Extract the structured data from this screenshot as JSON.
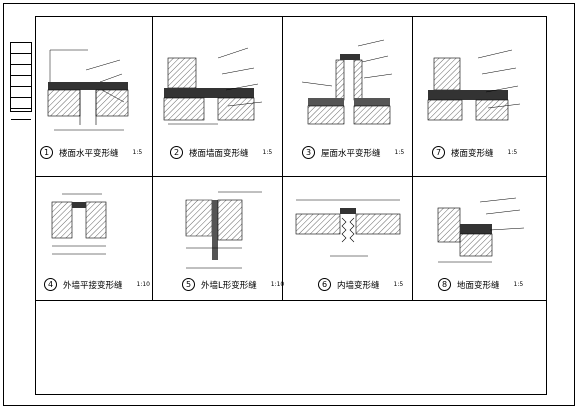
{
  "drawings": [
    {
      "id": "1",
      "title": "楼面水平变形缝",
      "scale": "1:5"
    },
    {
      "id": "2",
      "title": "楼面墙面变形缝",
      "scale": "1:5"
    },
    {
      "id": "3",
      "title": "屋面水平变形缝",
      "scale": "1:5"
    },
    {
      "id": "7",
      "title": "楼面变形缝",
      "scale": "1:5"
    },
    {
      "id": "4",
      "title": "外墙平接变形缝",
      "scale": "1:10"
    },
    {
      "id": "5",
      "title": "外墙L形变形缝",
      "scale": "1:10"
    },
    {
      "id": "6",
      "title": "内墙变形缝",
      "scale": "1:5"
    },
    {
      "id": "8",
      "title": "地面变形缝",
      "scale": "1:5"
    }
  ]
}
